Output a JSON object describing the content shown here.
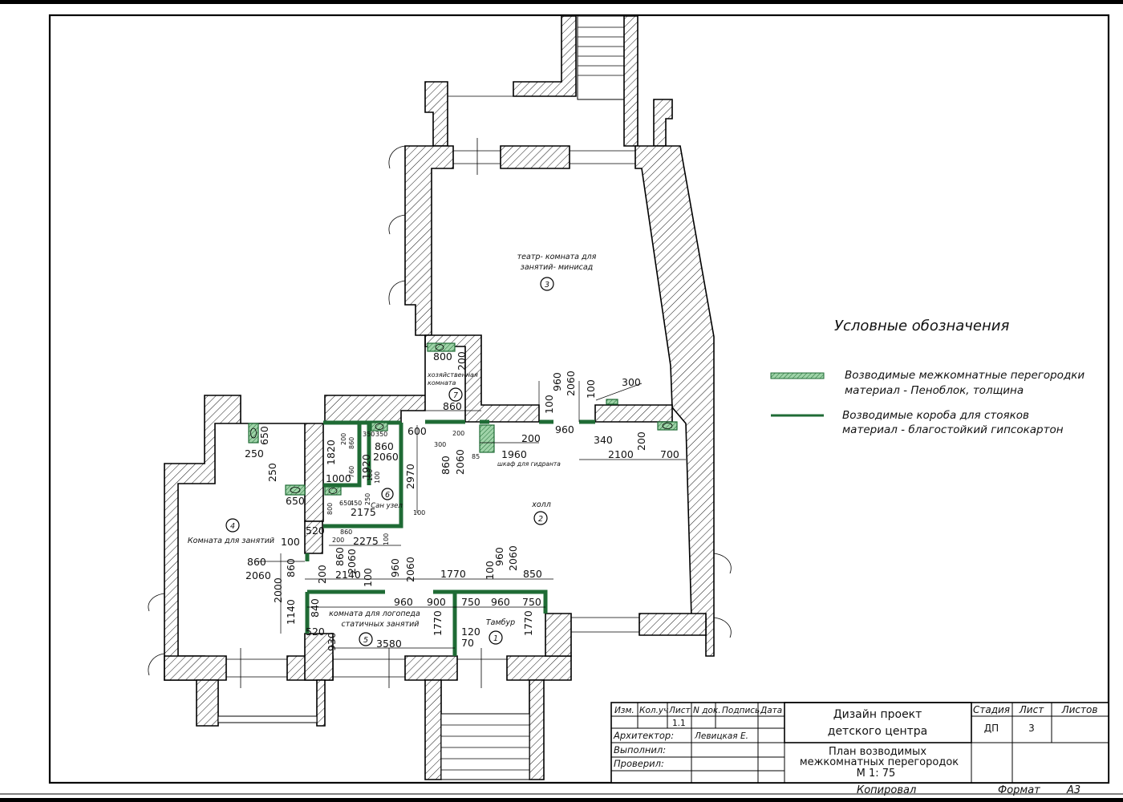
{
  "rooms": {
    "r1": {
      "num": "1",
      "name": "Тамбур"
    },
    "r2": {
      "num": "2",
      "name": "холл"
    },
    "r3": {
      "num": "3",
      "name_line1": "театр- комната для",
      "name_line2": "занятий- минисад"
    },
    "r4": {
      "num": "4",
      "name": "Комната для занятий"
    },
    "r5": {
      "num": "5",
      "name_line1": "комната для логопеда",
      "name_line2": "статичных занятий"
    },
    "r6": {
      "num": "6",
      "name": "Сан узел"
    },
    "r7": {
      "num": "7",
      "name_line1": "хозяйственная",
      "name_line2": "комната"
    }
  },
  "notes": {
    "hydrant": "шкаф для гидранта"
  },
  "dimensions": {
    "d800": "800",
    "d200a": "200",
    "d860a": "860",
    "d600": "600",
    "d300a": "300",
    "d200b": "200",
    "d1960": "1960",
    "d85": "85",
    "d200c": "200",
    "d960a": "960",
    "d340": "340",
    "d2100": "2100",
    "d200d": "200",
    "d700": "700",
    "d100a": "100",
    "d960b": "960",
    "d2060a": "2060",
    "d100b": "100",
    "d300b": "300",
    "d650a": "650",
    "d250a": "250",
    "d250b": "250",
    "d650b": "650",
    "d1820": "1820",
    "d200e": "200",
    "d860b": "860",
    "d760": "760",
    "d350a": "350",
    "d350b": "350",
    "d860c": "860",
    "d2060b": "2060",
    "d1920": "1920",
    "d100c": "100",
    "d100d": "100",
    "d1000": "1000",
    "d800b": "800",
    "d650c": "650",
    "d450": "450",
    "d250c": "250",
    "d2175": "2175",
    "d2970": "2970",
    "d860d": "860",
    "d2060c": "2060",
    "d100e": "100",
    "d520a": "520",
    "d860e": "860",
    "d200f": "200",
    "d2275": "2275",
    "d100f": "100",
    "d860f": "860",
    "d2060d": "2060",
    "d100g": "100",
    "d860g": "860",
    "d2060e": "2060",
    "d860h": "860",
    "d200g": "200",
    "d2000": "2000",
    "d2140": "2140",
    "d100h": "100",
    "d960c": "960",
    "d2060f": "2060",
    "d1770a": "1770",
    "d100i": "100",
    "d960d": "960",
    "d2060g": "2060",
    "d850": "850",
    "d1140": "1140",
    "d840": "840",
    "d960e": "960",
    "d900": "900",
    "d750a": "750",
    "d960f": "960",
    "d750b": "750",
    "d520b": "520",
    "d930": "930",
    "d3580": "3580",
    "d1770b": "1770",
    "d120": "120",
    "d70": "70",
    "d1770c": "1770"
  },
  "legend": {
    "title": "Условные обозначения",
    "item1_line1": "Возводимые межкомнатные перегородки",
    "item1_line2": "материал - Пеноблок, толщина",
    "item2_line1": "Возводимые короба для стояков",
    "item2_line2": "материал - благостойкий гипсокартон",
    "colors": {
      "partition": "#1f6b35",
      "partition_fill": "#9fd3a8"
    }
  },
  "title_block": {
    "hdr_izm": "Изм.",
    "hdr_kolch": "Кол.уч",
    "hdr_list": "Лист",
    "hdr_ndok": "N док.",
    "hdr_podpis": "Подпись",
    "hdr_data": "Дата",
    "sheet_ref": "1.1",
    "architect_label": "Архитектор:",
    "architect_name": "Левицкая Е.",
    "performed_label": "Выполнил:",
    "checked_label": "Проверил:",
    "project_line1": "Дизайн проект",
    "project_line2": "детского центра",
    "plan_line1": "План возводимых",
    "plan_line2": "межкомнатных перегородок",
    "plan_line3": "М 1: 75",
    "stage_hdr": "Стадия",
    "list_hdr": "Лист",
    "lists_hdr": "Листов",
    "stage_val": "ДП",
    "list_val": "3",
    "lists_val": ""
  },
  "footer": {
    "copied_label": "Копировал",
    "format_label": "Формат",
    "format_val": "А3"
  }
}
